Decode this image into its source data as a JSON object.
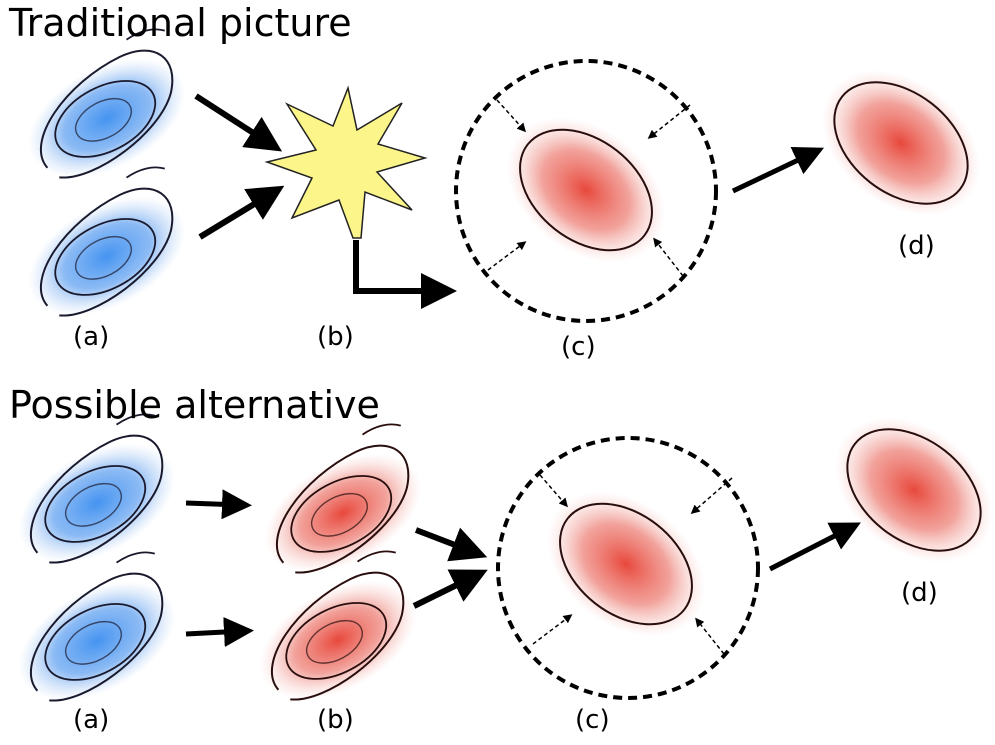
{
  "panels": [
    {
      "title": "Traditional picture",
      "labels": [
        "(a)",
        "(b)",
        "(c)",
        "(d)"
      ]
    },
    {
      "title": "Possible alternative",
      "labels": [
        "(a)",
        "(b)",
        "(c)",
        "(d)"
      ]
    }
  ],
  "colors": {
    "blue_galaxy": "#3b8ef0",
    "red_galaxy": "#e8483c",
    "star_fill": "#fbf58a",
    "outline": "#2a0e0e",
    "arrow": "#000000"
  }
}
